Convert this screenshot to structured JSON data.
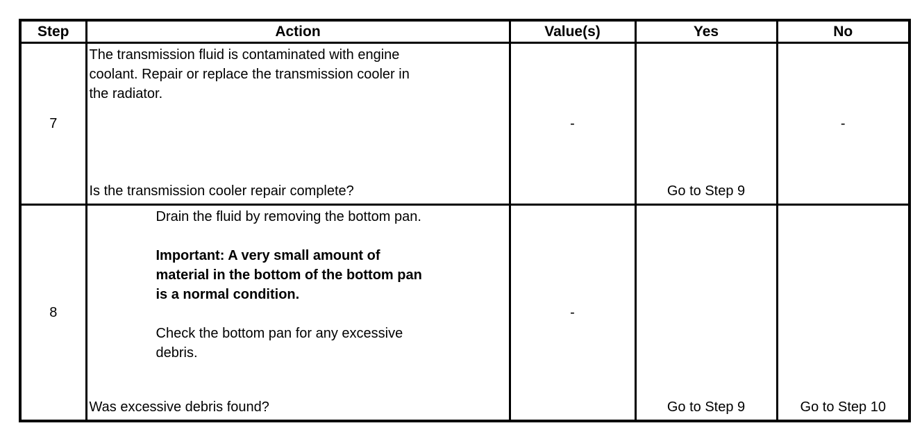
{
  "table": {
    "headers": [
      "Step",
      "Action",
      "Value(s)",
      "Yes",
      "No"
    ],
    "rows": [
      {
        "step": "7",
        "action": {
          "body": "The transmission fluid is contaminated with engine\ncoolant. Repair or replace the transmission cooler in\nthe radiator.",
          "question": "Is the transmission cooler repair complete?"
        },
        "value": "-",
        "yes": "Go to Step 9",
        "no": "-"
      },
      {
        "step": "8",
        "action": {
          "intro": "Drain the fluid by removing the bottom pan.",
          "important": "Important: A very small amount of\nmaterial in the bottom of the bottom pan\nis a normal condition.",
          "check": "Check the bottom pan for any excessive\ndebris.",
          "question": "Was excessive debris found?"
        },
        "value": "-",
        "yes": "Go to Step 9",
        "no": "Go to Step 10"
      }
    ]
  },
  "colors": {
    "border": "#000000",
    "text": "#000000",
    "background": "#ffffff"
  }
}
